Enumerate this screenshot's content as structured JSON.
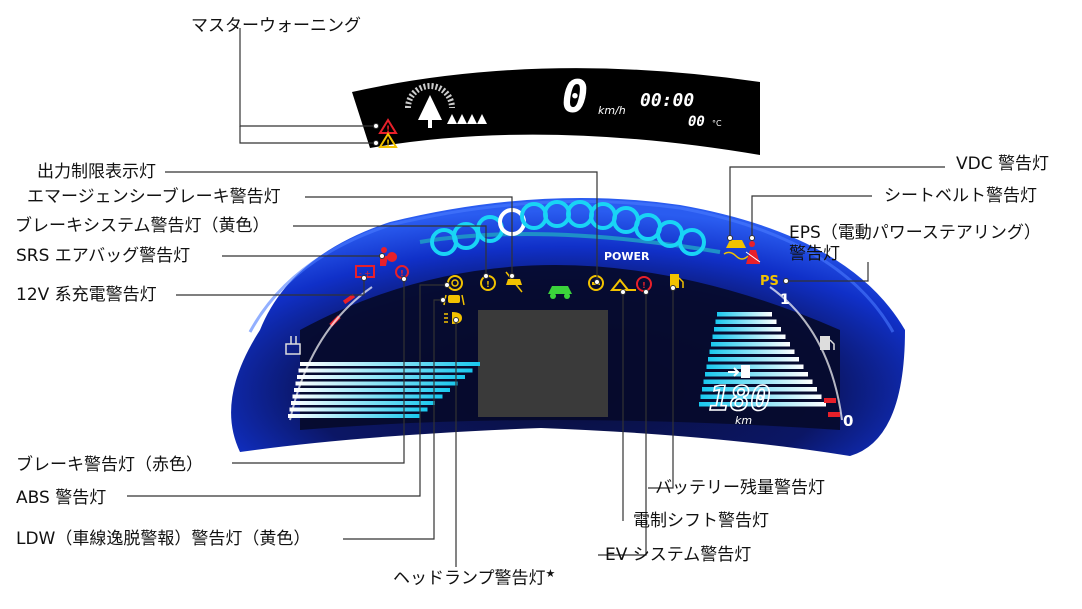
{
  "upper_display": {
    "speed_value": "0",
    "speed_unit": "km/h",
    "clock": "00:00",
    "temperature": "00",
    "temperature_unit": "°C"
  },
  "main_display": {
    "power_label": "POWER",
    "range_value": "180",
    "range_unit": "km",
    "battery_scale_max": "1",
    "battery_scale_min": "0",
    "eps_indicator": "PS"
  },
  "callouts": {
    "master_warning": "マスターウォーニング",
    "output_limit": "出力制限表示灯",
    "emergency_brake": "エマージェンシーブレーキ警告灯",
    "brake_system_yellow": "ブレーキシステム警告灯（黄色）",
    "srs_airbag": "SRS エアバッグ警告灯",
    "charge_12v": "12V 系充電警告灯",
    "vdc": "VDC 警告灯",
    "seatbelt": "シートベルト警告灯",
    "eps_line1": "EPS（電動パワーステアリング）",
    "eps_line2": "警告灯",
    "brake_red": "ブレーキ警告灯（赤色）",
    "abs": "ABS 警告灯",
    "ldw": "LDW（車線逸脱警報）警告灯（黄色）",
    "headlamp": "ヘッドランプ警告灯",
    "headlamp_mark": "★",
    "battery_low": "バッテリー残量警告灯",
    "shift": "電制シフト警告灯",
    "ev_system": "EV システム警告灯"
  },
  "colors": {
    "panel_blue": "#1030c8",
    "panel_dark": "#0a0f3c",
    "cyan_segment": "#19d4f5",
    "warning_red": "#e8202a",
    "warning_yellow": "#f2c200",
    "indicator_green": "#3bd23b",
    "leader_line": "#333333"
  },
  "icons": [
    "master-warning-red-icon",
    "master-warning-yellow-icon",
    "eco-tree-icon",
    "srs-airbag-icon",
    "battery-12v-icon",
    "brake-red-icon",
    "abs-icon",
    "ldw-icon",
    "headlamp-icon",
    "brake-yellow-icon",
    "output-limit-icon",
    "emergency-brake-icon",
    "ready-car-icon",
    "shift-icon",
    "ev-system-icon",
    "battery-low-icon",
    "vdc-icon",
    "seatbelt-icon",
    "eps-icon",
    "charge-plug-icon",
    "fuel-pump-icon"
  ]
}
